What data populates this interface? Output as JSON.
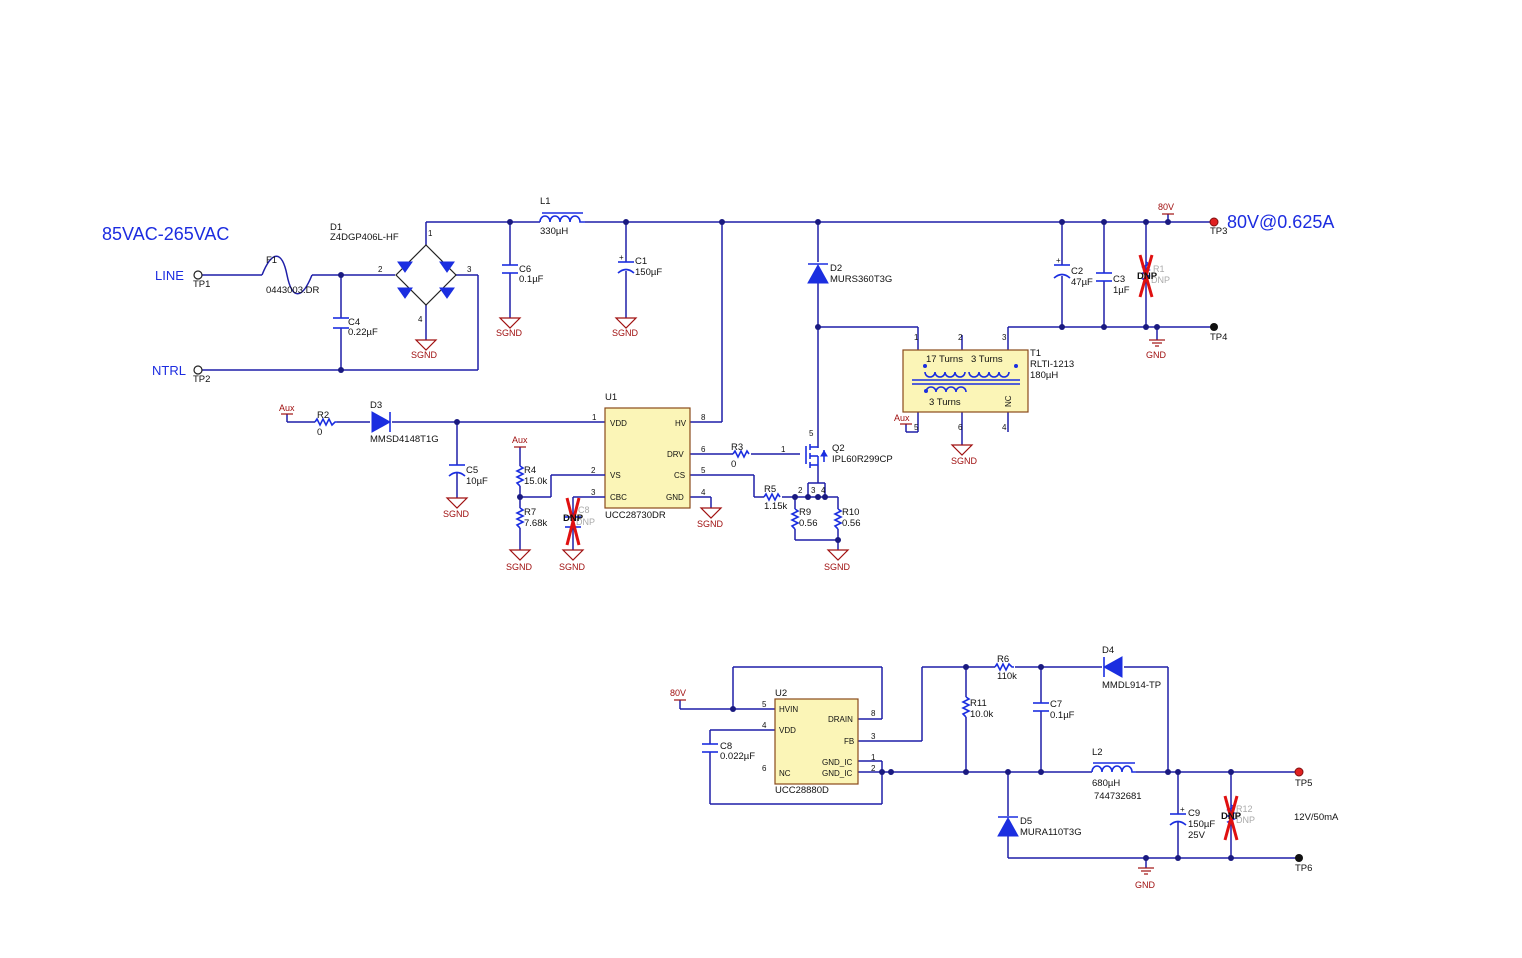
{
  "diagram": {
    "input_range": "85VAC-265VAC",
    "output_main": "80V@0.625A",
    "output_secondary": "12V/50mA",
    "nets": {
      "line": "LINE",
      "neutral": "NTRL",
      "aux": "Aux",
      "rail_80v": "80V",
      "sgnd": "SGND",
      "gnd": "GND"
    },
    "test_points": {
      "tp1": "TP1",
      "tp2": "TP2",
      "tp3": "TP3",
      "tp4": "TP4",
      "tp5": "TP5",
      "tp6": "TP6"
    },
    "components": {
      "f1": {
        "ref": "F1",
        "value": "0443003.DR"
      },
      "c4": {
        "ref": "C4",
        "value": "0.22µF"
      },
      "d1": {
        "ref": "D1",
        "value": "Z4DGP406L-HF"
      },
      "c6": {
        "ref": "C6",
        "value": "0.1µF"
      },
      "l1": {
        "ref": "L1",
        "value": "330µH"
      },
      "c1": {
        "ref": "C1",
        "value": "150µF"
      },
      "d2": {
        "ref": "D2",
        "value": "MURS360T3G"
      },
      "c2": {
        "ref": "C2",
        "value": "47µF"
      },
      "c3": {
        "ref": "C3",
        "value": "1µF"
      },
      "t1": {
        "ref": "T1",
        "value": "RLTI-1213",
        "inductance": "180µH",
        "w1": "17 Turns",
        "w2": "3 Turns",
        "w3": "3 Turns",
        "nc": "NC"
      },
      "r2": {
        "ref": "R2",
        "value": "0"
      },
      "d3": {
        "ref": "D3",
        "value": "MMSD4148T1G"
      },
      "c5": {
        "ref": "C5",
        "value": "10µF"
      },
      "u1": {
        "ref": "U1",
        "value": "UCC28730DR",
        "pins": {
          "vdd": "VDD",
          "vs": "VS",
          "cbc": "CBC",
          "hv": "HV",
          "drv": "DRV",
          "cs": "CS",
          "gnd": "GND"
        }
      },
      "r4": {
        "ref": "R4",
        "value": "15.0k"
      },
      "r7": {
        "ref": "R7",
        "value": "7.68k"
      },
      "c8a": {
        "ref": "C8",
        "value": "DNP"
      },
      "r3": {
        "ref": "R3",
        "value": "0"
      },
      "q2": {
        "ref": "Q2",
        "value": "IPL60R299CP"
      },
      "r5": {
        "ref": "R5",
        "value": "1.15k"
      },
      "r9": {
        "ref": "R9",
        "value": "0.56"
      },
      "r10": {
        "ref": "R10",
        "value": "0.56"
      },
      "r1": {
        "ref": "R1",
        "value": "DNP"
      },
      "u2": {
        "ref": "U2",
        "value": "UCC28880D",
        "pins": {
          "hvin": "HVIN",
          "vdd": "VDD",
          "nc": "NC",
          "drain": "DRAIN",
          "fb": "FB",
          "gnd_ic": "GND_IC"
        }
      },
      "c8": {
        "ref": "C8",
        "value": "0.022µF"
      },
      "r6": {
        "ref": "R6",
        "value": "110k"
      },
      "r11": {
        "ref": "R11",
        "value": "10.0k"
      },
      "c7": {
        "ref": "C7",
        "value": "0.1µF"
      },
      "d4": {
        "ref": "D4",
        "value": "MMDL914-TP"
      },
      "l2": {
        "ref": "L2",
        "value": "680µH",
        "part": "744732681"
      },
      "d5": {
        "ref": "D5",
        "value": "MURA110T3G"
      },
      "c9": {
        "ref": "C9",
        "value": "150µF",
        "voltage": "25V"
      },
      "r12": {
        "ref": "R12",
        "value": "DNP"
      }
    }
  }
}
